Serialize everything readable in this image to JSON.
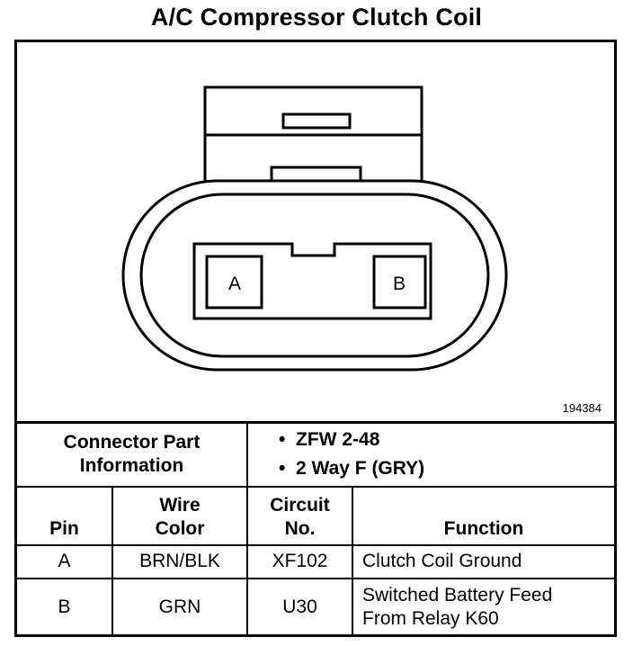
{
  "title": "A/C Compressor Clutch Coil",
  "figure_id": "194384",
  "connector": {
    "cavity_labels": [
      "A",
      "B"
    ]
  },
  "part_info": {
    "label_line1": "Connector Part",
    "label_line2": "Information",
    "bullet_char": "•",
    "bullets": [
      "ZFW 2-48",
      "2 Way F (GRY)"
    ]
  },
  "pin_table": {
    "headers": {
      "pin": "Pin",
      "wire_color_line1": "Wire",
      "wire_color_line2": "Color",
      "circuit_line1": "Circuit",
      "circuit_line2": "No.",
      "function": "Function"
    },
    "rows": [
      {
        "pin": "A",
        "wire_color": "BRN/BLK",
        "circuit": "XF102",
        "function_line1": "Clutch Coil Ground",
        "function_line2": ""
      },
      {
        "pin": "B",
        "wire_color": "GRN",
        "circuit": "U30",
        "function_line1": "Switched Battery Feed",
        "function_line2": "From Relay K60"
      }
    ]
  }
}
